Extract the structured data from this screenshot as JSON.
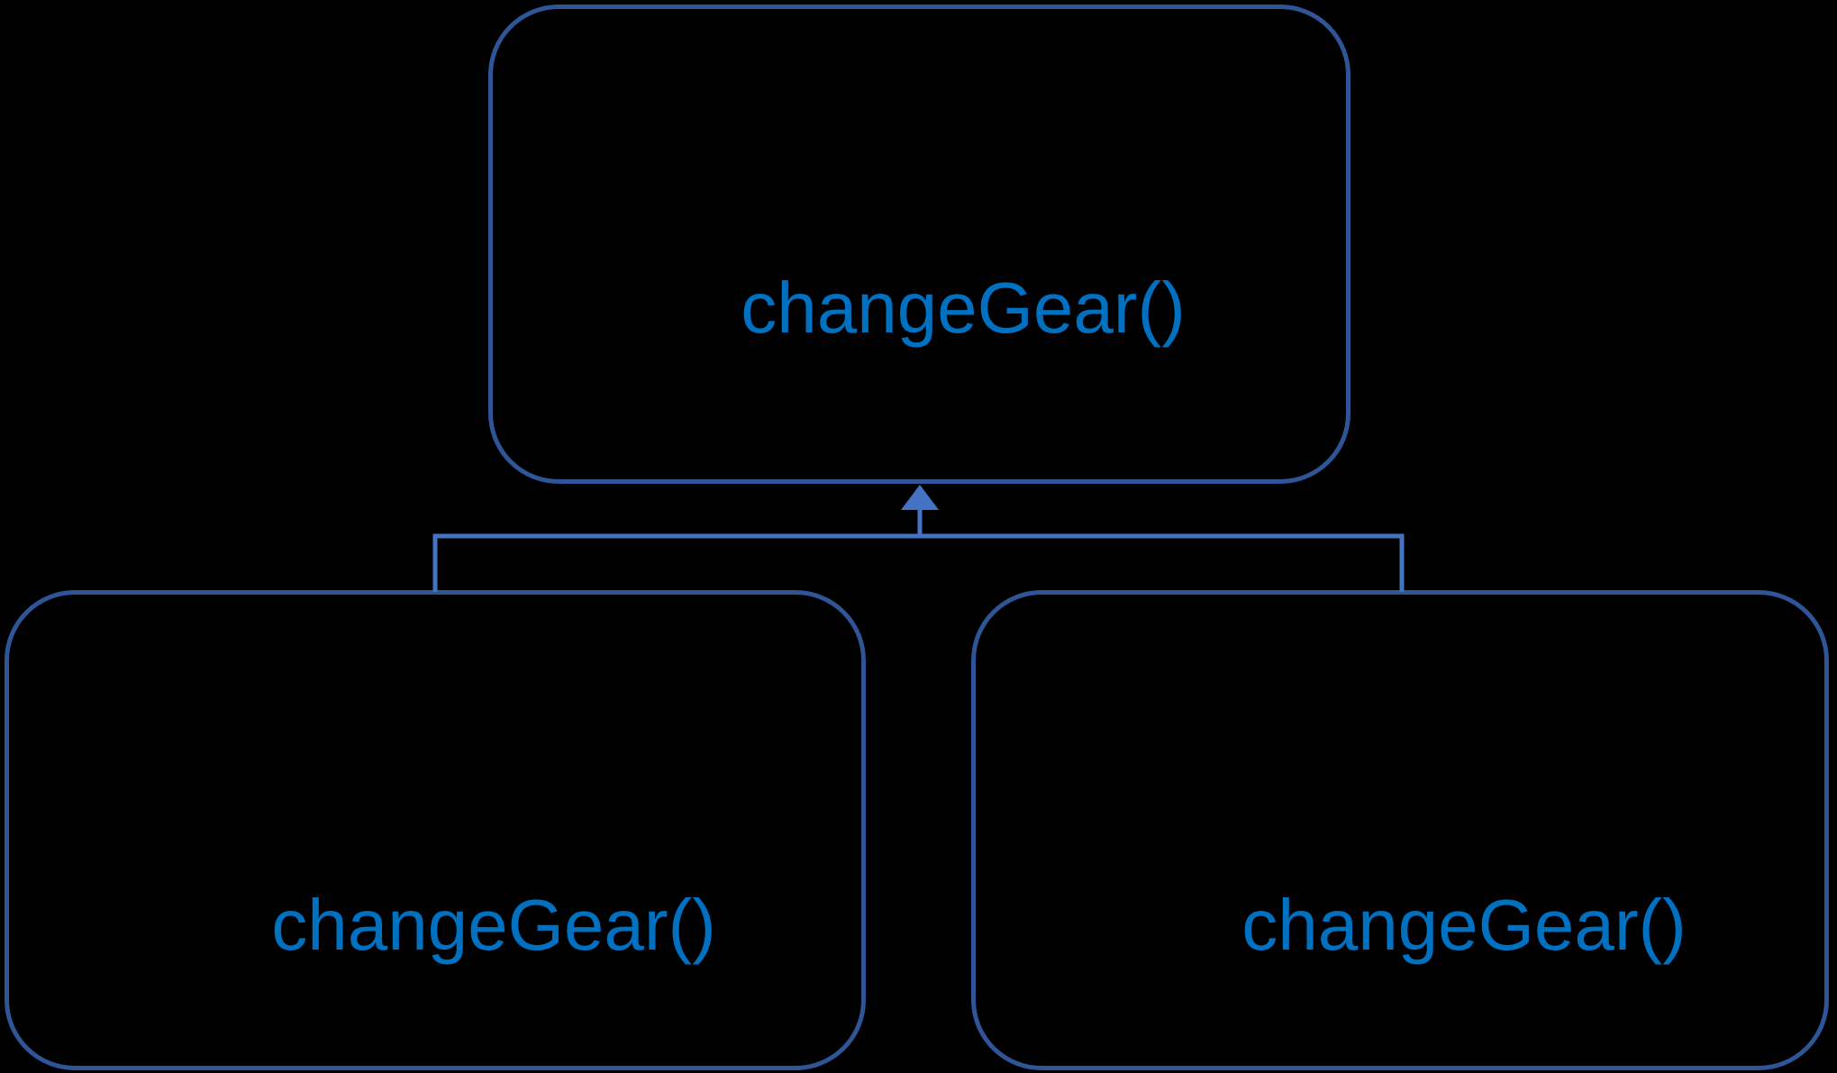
{
  "diagram": {
    "type": "inheritance-diagram",
    "background_color": "#000000",
    "colors": {
      "node_border": "#2F5597",
      "connector": "#4472C4",
      "label_text": "#0070C0"
    },
    "nodes": {
      "parent": {
        "label": "changeGear()"
      },
      "child_left": {
        "label": "changeGear()"
      },
      "child_right": {
        "label": "changeGear()"
      }
    },
    "connector": {
      "style": "elbow",
      "arrowhead": "filled-triangle",
      "direction": "children-to-parent"
    }
  }
}
